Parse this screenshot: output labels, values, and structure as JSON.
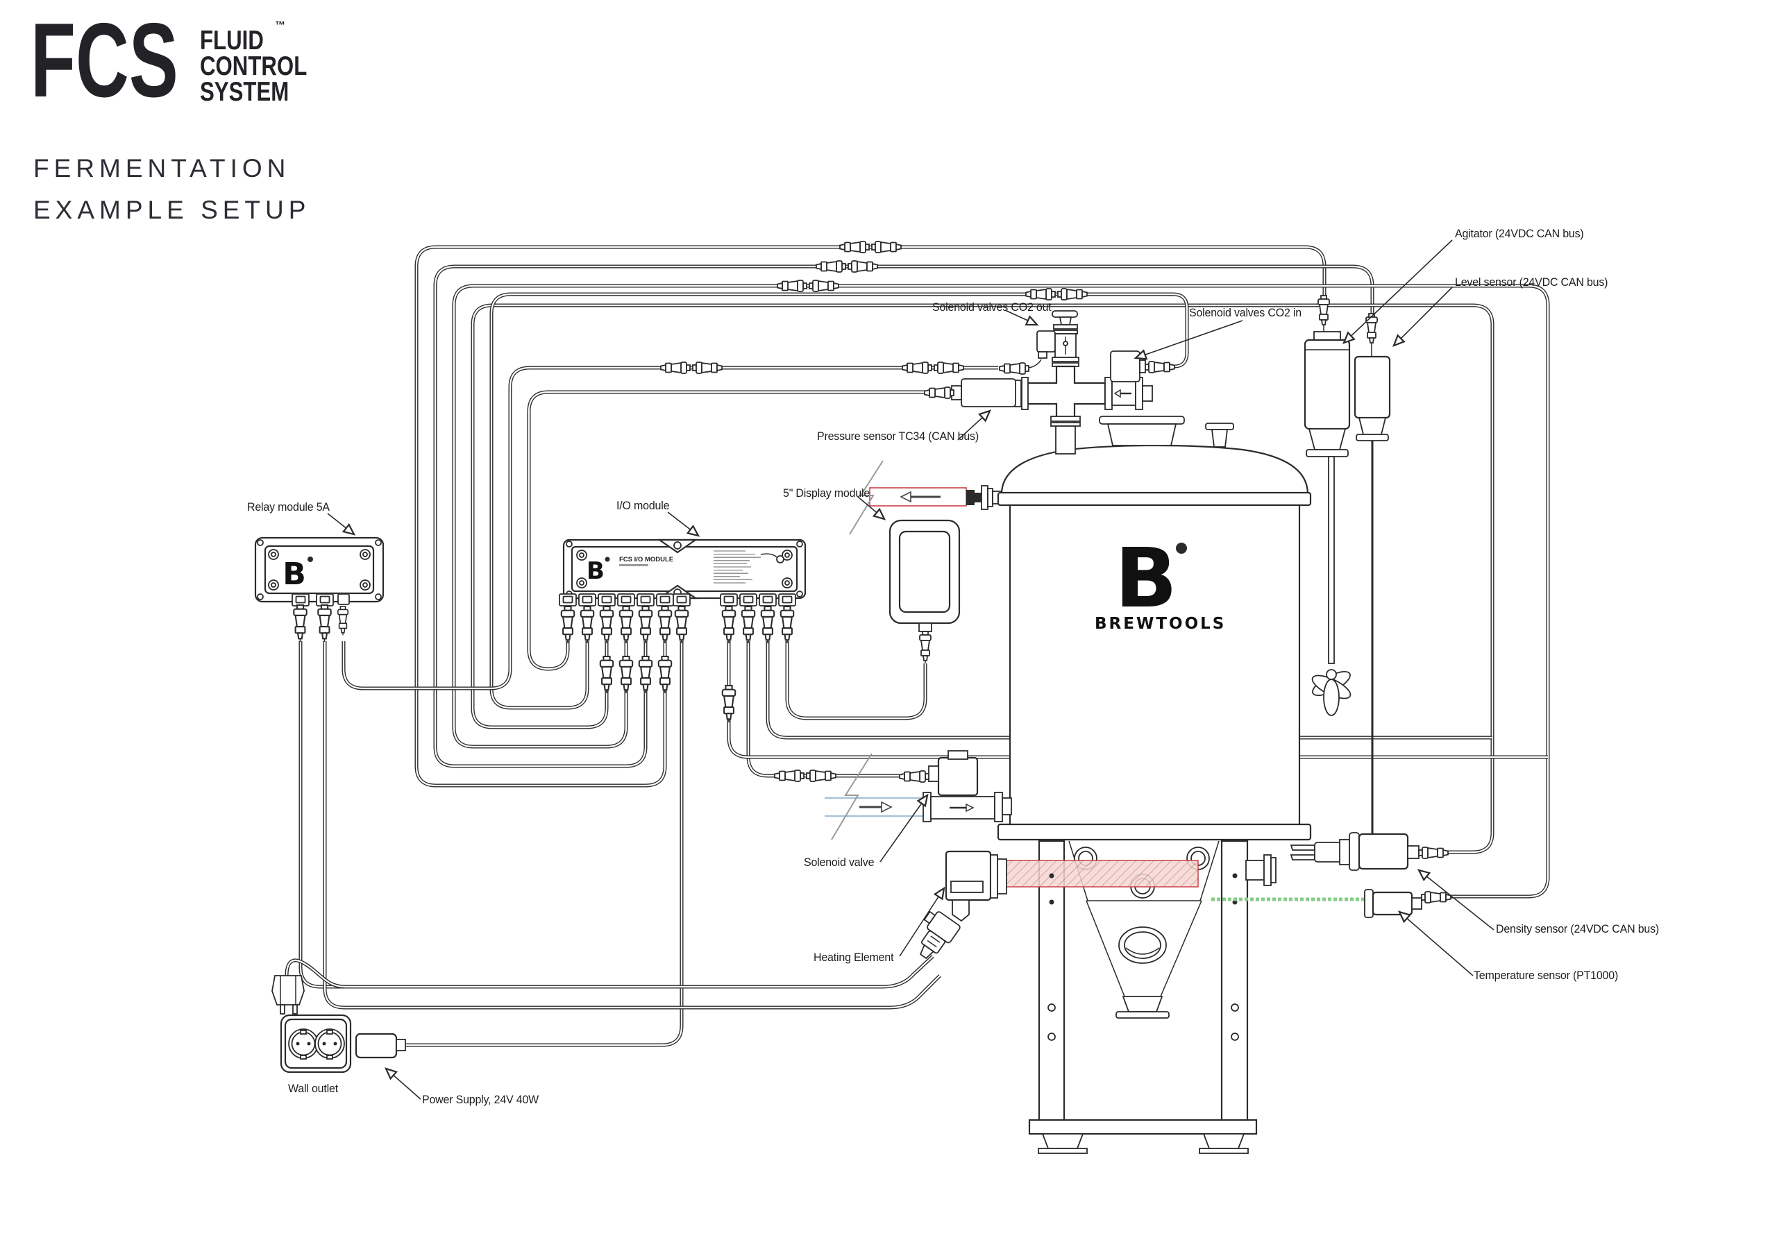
{
  "logo": {
    "acronym": "FCS",
    "words": [
      "FLUID",
      "CONTROL",
      "SYSTEM"
    ],
    "trademark": "™"
  },
  "title": {
    "line1": "FERMENTATION",
    "line2": "EXAMPLE SETUP"
  },
  "labels": {
    "relay_module": "Relay module 5A",
    "io_module": "I/O module",
    "display_module": "5\" Display module",
    "pressure_sensor": "Pressure sensor TC34 (CAN bus)",
    "solenoid_co2_out": "Solenoid valves CO2 out",
    "solenoid_co2_in": "Solenoid valves CO2 in",
    "agitator": "Agitator (24VDC CAN bus)",
    "level_sensor": "Level sensor (24VDC CAN bus)",
    "solenoid_valve": "Solenoid valve",
    "heating_element": "Heating Element",
    "wall_outlet": "Wall outlet",
    "power_supply": "Power Supply, 24V 40W",
    "density_sensor": "Density sensor (24VDC CAN bus)",
    "temperature_sensor": "Temperature sensor (PT1000)"
  },
  "device_text": {
    "io_module_title": "FCS I/O MODULE",
    "tank_brand": "BREWTOOLS",
    "brand_letter": "B"
  },
  "colors": {
    "line": "#2b2b2b",
    "heating_red": "#c0392b",
    "heating_fill": "#f3d8d3",
    "flow_red": "#c9404a",
    "flow_blue": "#a8c3da",
    "probe_green": "#86cc86",
    "break_gray": "#9a9a9a"
  }
}
